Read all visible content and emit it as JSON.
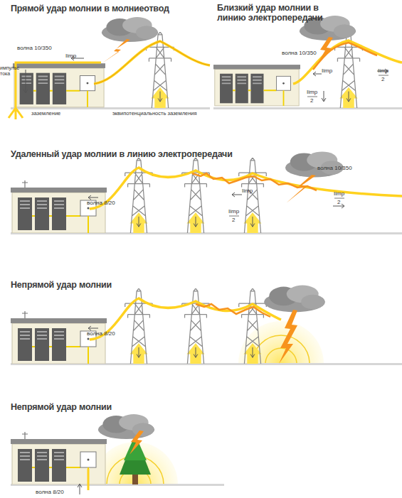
{
  "diagram": {
    "labels": [
      "Прямой удар молнии в молниеотвод",
      "волна 10/350",
      "Iimp",
      "импульс тока",
      "заземление",
      "эквипотенциальность заземления",
      "Близкий удар молнии в линию электропередачи",
      "волна 10/350",
      "Iimp",
      "Iimp",
      "2",
      "Iimp",
      "2",
      "Удаленный удар молнии в линию электропередачи",
      "волна 8/20",
      "Iimp",
      "Iimp",
      "2",
      "волна 10/350",
      "Iimp",
      "2",
      "Непрямой удар молнии",
      "волна 8/20",
      "Непрямой удар молнии",
      "волна 8/20"
    ]
  }
}
